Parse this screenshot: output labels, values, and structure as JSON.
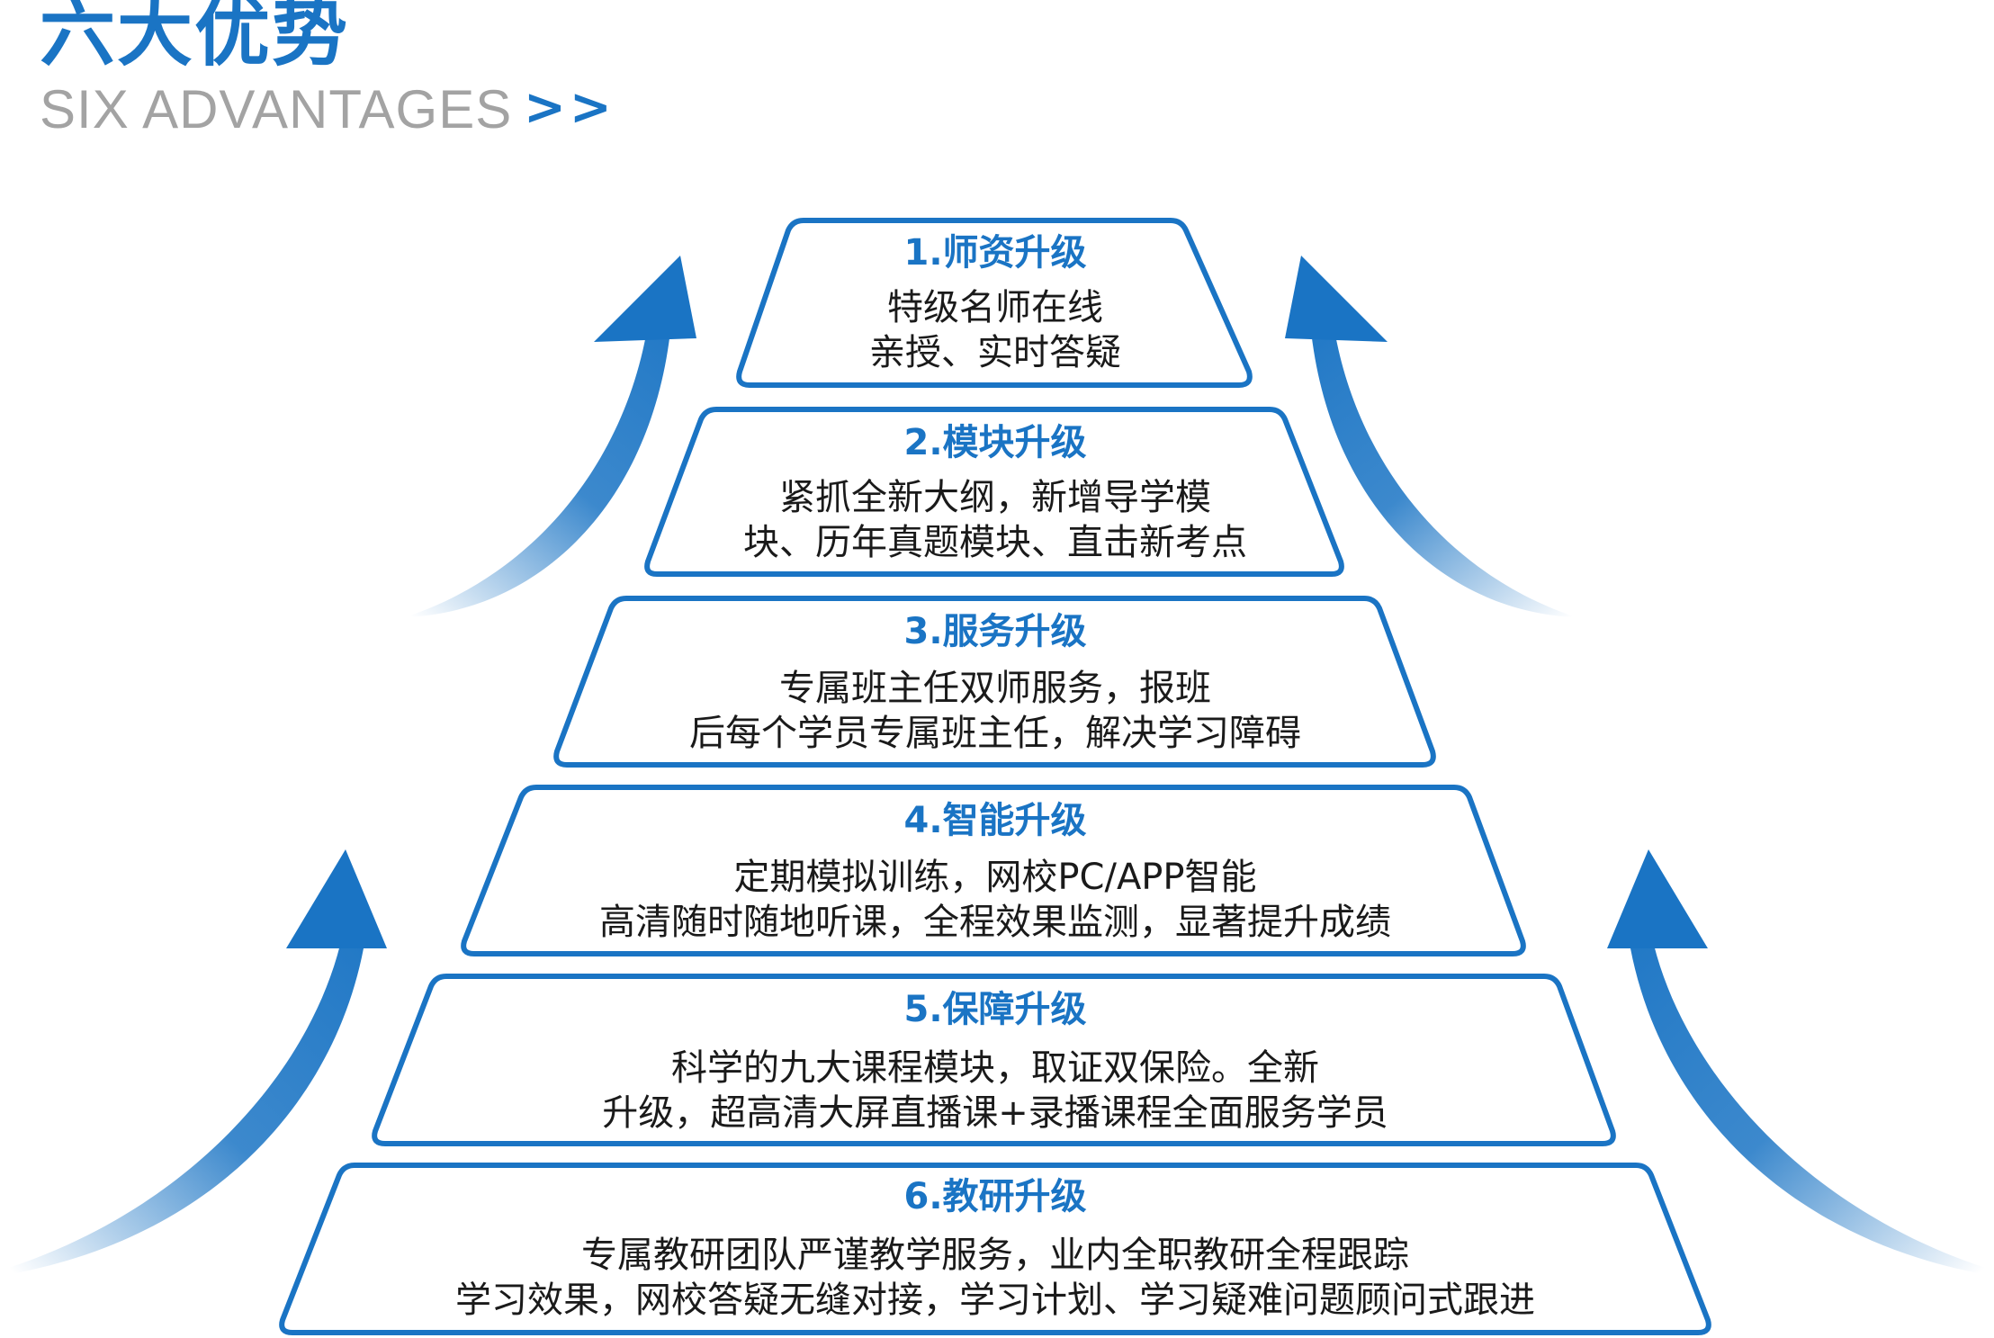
{
  "header": {
    "title": "六大优势",
    "subtitle": "SIX ADVANTAGES",
    "chevron": ">>"
  },
  "colors": {
    "accent": "#1a74c4",
    "subtitle_gray": "#a3a3a3"
  },
  "levels": [
    {
      "heading": "1.师资升级",
      "lines": [
        "特级名师在线",
        "亲授、实时答疑"
      ]
    },
    {
      "heading": "2.模块升级",
      "lines": [
        "紧抓全新大纲，新增导学模",
        "块、历年真题模块、直击新考点"
      ]
    },
    {
      "heading": "3.服务升级",
      "lines": [
        "专属班主任双师服务，报班",
        "后每个学员专属班主任，解决学习障碍"
      ]
    },
    {
      "heading": "4.智能升级",
      "lines": [
        "定期模拟训练，网校PC/APP智能",
        "高清随时随地听课，全程效果监测，显著提升成绩"
      ]
    },
    {
      "heading": "5.保障升级",
      "lines": [
        "科学的九大课程模块，取证双保险。全新",
        "升级，超高清大屏直播课+录播课程全面服务学员"
      ]
    },
    {
      "heading": "6.教研升级",
      "lines": [
        "专属教研团队严谨教学服务，业内全职教研全程跟踪",
        "学习效果，网校答疑无缝对接，学习计划、学习疑难问题顾问式跟进"
      ]
    }
  ],
  "arrows": [
    "upper-left-arrow",
    "upper-right-arrow",
    "lower-left-arrow",
    "lower-right-arrow"
  ]
}
